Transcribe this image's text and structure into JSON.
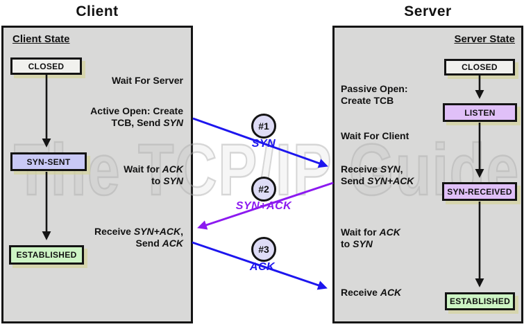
{
  "titles": {
    "client": "Client",
    "server": "Server"
  },
  "watermark": "The TCP/IP Guide",
  "colors": {
    "panel_bg": "#d9d9d8",
    "arrow_blue": "#1d16ee",
    "arrow_purple": "#8c1af0",
    "arrow_black": "#141414",
    "state_closed": "#f1f1ee",
    "state_synsent": "#c9c9f6",
    "state_listen": "#e0c0f8",
    "state_synreceived": "#e0c0f8",
    "state_established": "#cdf4c4",
    "circle_bg": "#dedcf6"
  },
  "client": {
    "state_header": "Client State",
    "states": [
      {
        "label": "CLOSED"
      },
      {
        "label": "SYN-SENT"
      },
      {
        "label": "ESTABLISHED"
      }
    ],
    "notes": {
      "wait_server": [
        {
          "t": "Wait For Server"
        }
      ],
      "active_open": [
        {
          "t": "Active Open: Create\nTCB, Send "
        },
        {
          "t": "SYN",
          "i": true
        }
      ],
      "wait_ack": [
        {
          "t": "Wait for "
        },
        {
          "t": "ACK",
          "i": true
        },
        {
          "t": "\nto "
        },
        {
          "t": "SYN",
          "i": true
        }
      ],
      "receive_synack": [
        {
          "t": "Receive "
        },
        {
          "t": "SYN+ACK",
          "i": true
        },
        {
          "t": ",\nSend "
        },
        {
          "t": "ACK",
          "i": true
        }
      ]
    }
  },
  "server": {
    "state_header": "Server State",
    "states": [
      {
        "label": "CLOSED"
      },
      {
        "label": "LISTEN"
      },
      {
        "label": "SYN-RECEIVED"
      },
      {
        "label": "ESTABLISHED"
      }
    ],
    "notes": {
      "passive_open": [
        {
          "t": "Passive Open:\nCreate TCB"
        }
      ],
      "wait_client": [
        {
          "t": "Wait For Client"
        }
      ],
      "receive_syn": [
        {
          "t": "Receive "
        },
        {
          "t": "SYN",
          "i": true
        },
        {
          "t": ",\nSend "
        },
        {
          "t": "SYN+ACK",
          "i": true
        }
      ],
      "wait_ack": [
        {
          "t": "Wait for "
        },
        {
          "t": "ACK",
          "i": true
        },
        {
          "t": "\nto "
        },
        {
          "t": "SYN",
          "i": true
        }
      ],
      "receive_ack": [
        {
          "t": "Receive "
        },
        {
          "t": "ACK",
          "i": true
        }
      ]
    }
  },
  "messages": [
    {
      "num": "#1",
      "label": "SYN"
    },
    {
      "num": "#2",
      "label": "SYN+ACK"
    },
    {
      "num": "#3",
      "label": "ACK"
    }
  ]
}
